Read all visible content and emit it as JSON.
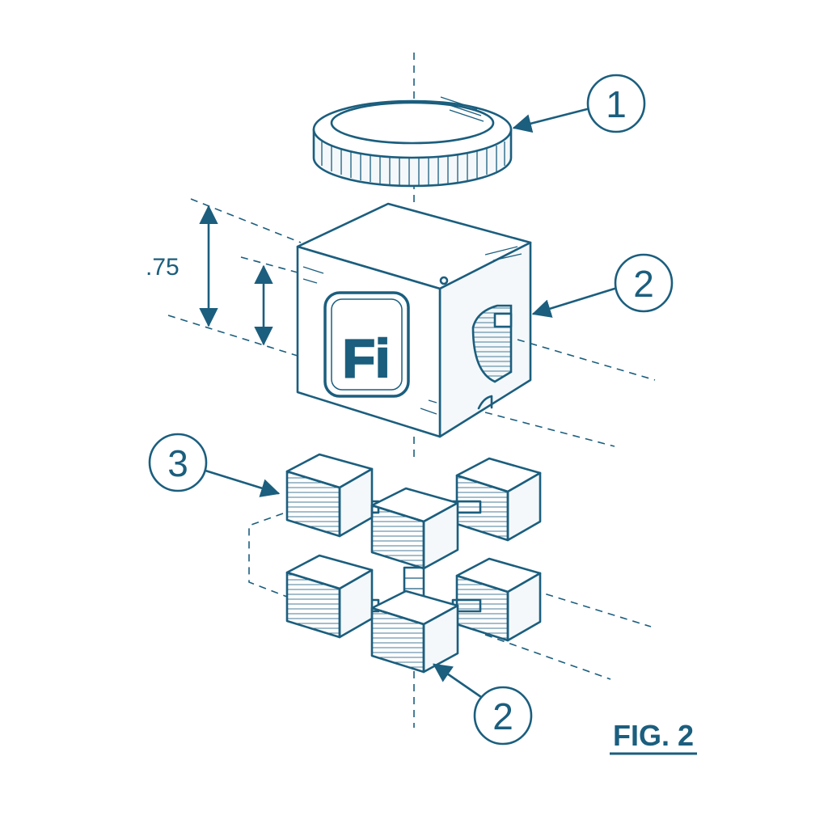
{
  "dimension": {
    "value": ".75"
  },
  "callouts": [
    {
      "id": "c1",
      "number": "1"
    },
    {
      "id": "c2a",
      "number": "2"
    },
    {
      "id": "c3",
      "number": "3"
    },
    {
      "id": "c2b",
      "number": "2"
    }
  ],
  "logo": {
    "text": "Fi",
    "fill": "#8cc3d9"
  },
  "figure": {
    "caption": "FIG. 2"
  },
  "colors": {
    "ink": "#1b5e7e",
    "background": "#ffffff"
  }
}
